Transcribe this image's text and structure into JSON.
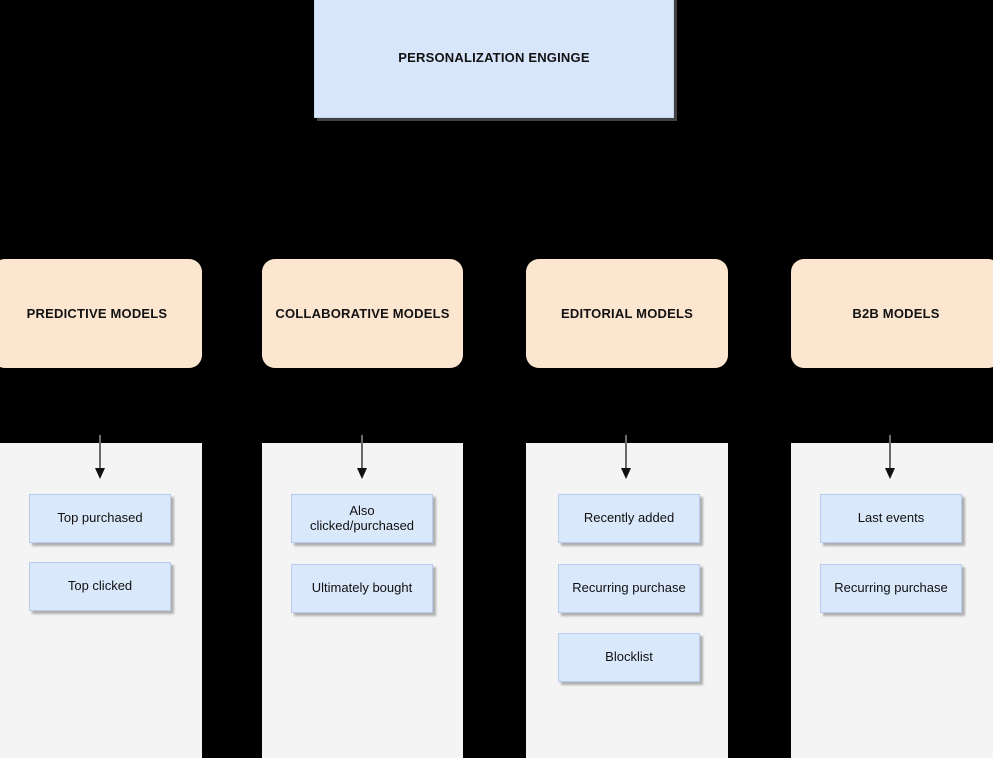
{
  "diagram": {
    "title_box": {
      "label": "PERSONALIZATION ENGINGE",
      "fill": "#d7e6fb"
    },
    "model_fill": "#fce6d0",
    "item_fill": "#dae8fc",
    "lane_fill": "#f4f4f4",
    "background": "#000000",
    "columns": [
      {
        "model_label": "PREDICTIVE MODELS",
        "items": [
          {
            "label": "Top purchased"
          },
          {
            "label": "Top clicked"
          }
        ]
      },
      {
        "model_label": "COLLABORATIVE MODELS",
        "items": [
          {
            "label": "Also clicked/purchased"
          },
          {
            "label": "Ultimately bought"
          }
        ]
      },
      {
        "model_label": "EDITORIAL MODELS",
        "items": [
          {
            "label": "Recently added"
          },
          {
            "label": "Recurring purchase"
          },
          {
            "label": "Blocklist"
          }
        ]
      },
      {
        "model_label": "B2B MODELS",
        "items": [
          {
            "label": "Last events"
          },
          {
            "label": "Recurring purchase"
          }
        ]
      }
    ]
  }
}
